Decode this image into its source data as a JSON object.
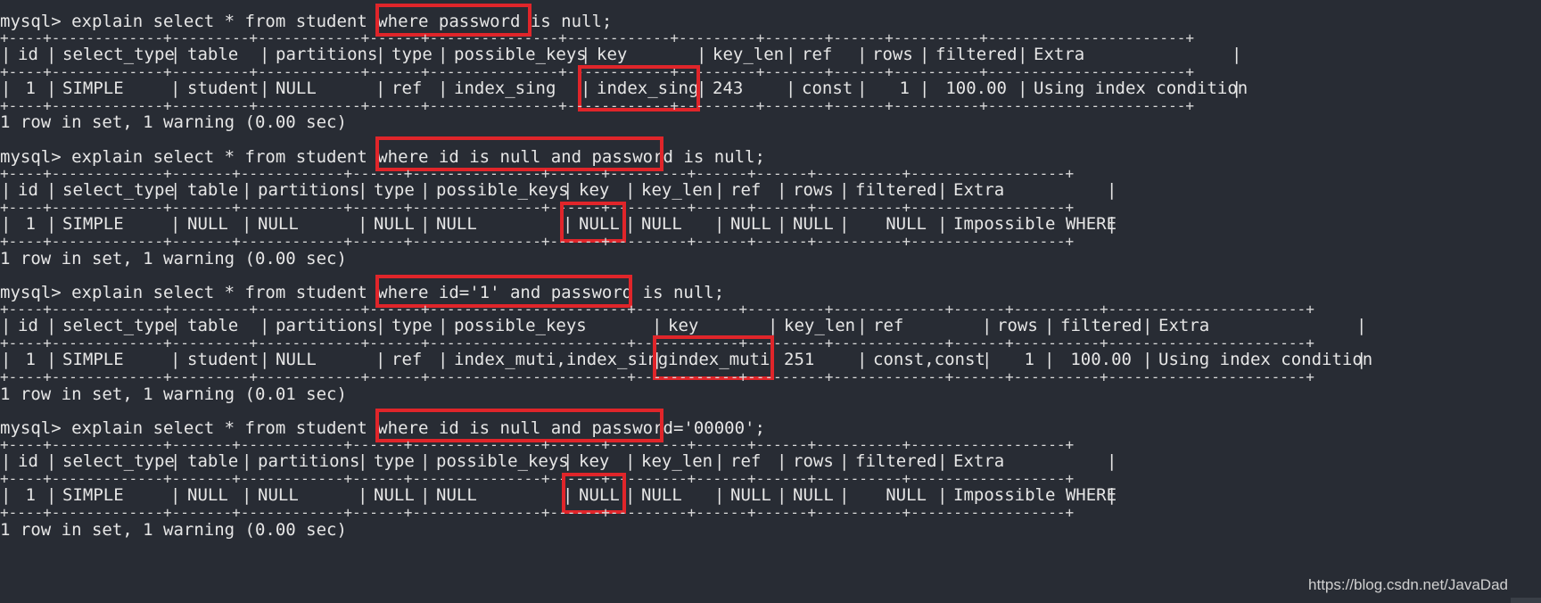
{
  "queries": [
    {
      "prompt": "mysql> ",
      "sql_head": "explain select * from student where ",
      "sql_condition": "password is null",
      "sql_tail": ";",
      "headers": [
        "id",
        "select_type",
        "table",
        "partitions",
        "type",
        "possible_keys",
        "key",
        "key_len",
        "ref",
        "rows",
        "filtered",
        "Extra"
      ],
      "row": [
        "1",
        "SIMPLE",
        "student",
        "NULL",
        "ref",
        "index_sing",
        "index_sing",
        "243",
        "const",
        "1",
        "100.00",
        "Using index condition"
      ],
      "result": "1 row in set, 1 warning (0.00 sec)"
    },
    {
      "prompt": "mysql> ",
      "sql_head": "explain select * from student where ",
      "sql_condition": "id is null and password is null",
      "sql_tail": ";",
      "headers": [
        "id",
        "select_type",
        "table",
        "partitions",
        "type",
        "possible_keys",
        "key",
        "key_len",
        "ref",
        "rows",
        "filtered",
        "Extra"
      ],
      "row": [
        "1",
        "SIMPLE",
        "NULL",
        "NULL",
        "NULL",
        "NULL",
        "NULL",
        "NULL",
        "NULL",
        "NULL",
        "NULL",
        "Impossible WHERE"
      ],
      "result": "1 row in set, 1 warning (0.00 sec)"
    },
    {
      "prompt": "mysql> ",
      "sql_head": "explain select * from student where ",
      "sql_condition": "id='1' and password is null",
      "sql_tail": ";",
      "headers": [
        "id",
        "select_type",
        "table",
        "partitions",
        "type",
        "possible_keys",
        "key",
        "key_len",
        "ref",
        "rows",
        "filtered",
        "Extra"
      ],
      "row": [
        "1",
        "SIMPLE",
        "student",
        "NULL",
        "ref",
        "index_muti,index_sing",
        "index_muti",
        "251",
        "const,const",
        "1",
        "100.00",
        "Using index condition"
      ],
      "result": "1 row in set, 1 warning (0.01 sec)"
    },
    {
      "prompt": "mysql> ",
      "sql_head": "explain select * from student where ",
      "sql_condition": "id is null and password='00000'",
      "sql_tail": ";",
      "headers": [
        "id",
        "select_type",
        "table",
        "partitions",
        "type",
        "possible_keys",
        "key",
        "key_len",
        "ref",
        "rows",
        "filtered",
        "Extra"
      ],
      "row": [
        "1",
        "SIMPLE",
        "NULL",
        "NULL",
        "NULL",
        "NULL",
        "NULL",
        "NULL",
        "NULL",
        "NULL",
        "NULL",
        "Impossible WHERE"
      ],
      "result": "1 row in set, 1 warning (0.00 sec)"
    }
  ],
  "watermark": "https://blog.csdn.net/JavaDad",
  "colors": {
    "background": "#282c34",
    "text": "#e6e6e6",
    "highlight": "#e0252a"
  }
}
